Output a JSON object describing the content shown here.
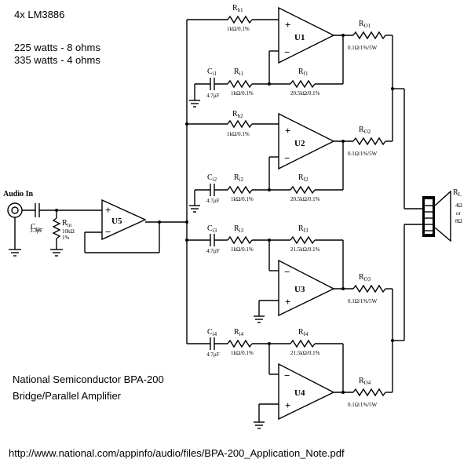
{
  "header": {
    "line1": "4x LM3886",
    "line2": "225 watts - 8 ohms",
    "line3": "335 watts - 4 ohms"
  },
  "footer": {
    "title1": "National Semiconductor BPA-200",
    "title2": "Bridge/Parallel Amplifier",
    "url": "http://www.national.com/appinfo/audio/files/BPA-200_Application_Note.pdf"
  },
  "input": {
    "label": "Audio In",
    "cin_name": "C",
    "cin_sub": "in",
    "cin_value": "3.3µF",
    "rin_name": "R",
    "rin_sub": "in",
    "rin_value1": "10kΩ",
    "rin_value2": "1%"
  },
  "opamps": {
    "u1": "U1",
    "u2": "U2",
    "u3": "U3",
    "u4": "U4",
    "u5": "U5"
  },
  "components": {
    "rb1": {
      "name": "R",
      "sub": "b1",
      "value": "1kΩ/0.1%"
    },
    "rb2": {
      "name": "R",
      "sub": "b2",
      "value": "1kΩ/0.1%"
    },
    "ri1": {
      "name": "R",
      "sub": "i1",
      "value": "1kΩ/0.1%"
    },
    "ri2": {
      "name": "R",
      "sub": "i2",
      "value": "1kΩ/0.1%"
    },
    "ri3": {
      "name": "R",
      "sub": "i3",
      "value": "1kΩ/0.1%"
    },
    "ri4": {
      "name": "R",
      "sub": "i4",
      "value": "1kΩ/0.1%"
    },
    "rf1": {
      "name": "R",
      "sub": "f1",
      "value": "20.5kΩ/0.1%"
    },
    "rf2": {
      "name": "R",
      "sub": "f2",
      "value": "20.5kΩ/0.1%"
    },
    "rf3": {
      "name": "R",
      "sub": "f3",
      "value": "21.5kΩ/0.1%"
    },
    "rf4": {
      "name": "R",
      "sub": "f4",
      "value": "21.5kΩ/0.1%"
    },
    "ci1": {
      "name": "C",
      "sub": "i1",
      "value": "4.7µF"
    },
    "ci2": {
      "name": "C",
      "sub": "i2",
      "value": "4.7µF"
    },
    "ci3": {
      "name": "C",
      "sub": "i3",
      "value": "4.7µF"
    },
    "ci4": {
      "name": "C",
      "sub": "i4",
      "value": "4.7µF"
    },
    "ro1": {
      "name": "R",
      "sub": "O1",
      "value": "0.1Ω/1%/5W"
    },
    "ro2": {
      "name": "R",
      "sub": "O2",
      "value": "0.1Ω/1%/5W"
    },
    "ro3": {
      "name": "R",
      "sub": "O3",
      "value": "0.1Ω/1%/5W"
    },
    "ro4": {
      "name": "R",
      "sub": "O4",
      "value": "0.1Ω/1%/5W"
    }
  },
  "load": {
    "name": "R",
    "sub": "L",
    "v1": "4Ω",
    "v2": "or",
    "v3": "8Ω"
  },
  "signs": {
    "plus": "+",
    "minus": "−"
  }
}
